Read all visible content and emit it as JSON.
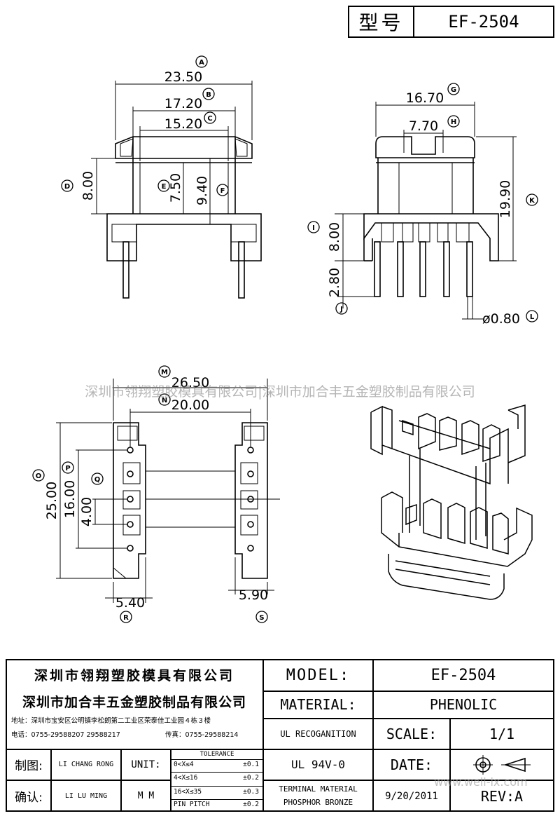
{
  "header": {
    "model_label": "型号",
    "model_value": "EF-2504"
  },
  "top_view": {
    "dim_a": "23.50",
    "dim_b": "17.20",
    "dim_c": "15.20",
    "dim_d": "8.00",
    "dim_e": "7.50",
    "dim_f": "9.40",
    "tag_a": "A",
    "tag_b": "B",
    "tag_c": "C",
    "tag_d": "D",
    "tag_e": "E",
    "tag_f": "F"
  },
  "side_view": {
    "dim_g": "16.70",
    "dim_h": "7.70",
    "dim_i": "8.00",
    "dim_j": "2.80",
    "dim_k": "19.90",
    "dim_l": "ø0.80",
    "tag_g": "G",
    "tag_h": "H",
    "tag_i": "I",
    "tag_j": "J",
    "tag_k": "K",
    "tag_l": "L"
  },
  "bottom_view": {
    "dim_m": "26.50",
    "dim_n": "20.00",
    "dim_o": "25.00",
    "dim_p": "16.00",
    "dim_q": "4.00",
    "dim_r": "5.40",
    "dim_s": "5.90",
    "tag_m": "M",
    "tag_n": "N",
    "tag_o": "O",
    "tag_p": "P",
    "tag_q": "Q",
    "tag_r": "R",
    "tag_s": "S"
  },
  "watermark": {
    "banner": "深圳市翎翔塑胶模具有限公司|深圳市加合丰五金塑胶制品有限公司",
    "site": "www.well-ix.com"
  },
  "title_block": {
    "company_1": "深圳市翎翔塑胶模具有限公司",
    "company_2": "深圳市加合丰五金塑胶制品有限公司",
    "address": "地址：深圳市宝安区公明镇李松朗第二工业区荣泰佳工业园４栋３楼",
    "phone": "电话：0755-29588207  29588217",
    "fax": "传真：0755-29588214",
    "model_label": "MODEL:",
    "model_value": "EF-2504",
    "material_label": "MATERIAL:",
    "material_value": "PHENOLIC",
    "ul_label": "UL RECOGANITION",
    "scale_label": "SCALE:",
    "scale_value": "1/1",
    "ul_value": "UL 94V-0",
    "date_label": "DATE:",
    "terminal_line1": "TERMINAL MATERIAL",
    "terminal_line2": "PHOSPHOR  BRONZE",
    "date_value": "9/20/2011",
    "rev_label": "REV:A",
    "drawn_label": "制图:",
    "drawn_value": "LI CHANG RONG",
    "check_label": "确认:",
    "check_value": "LI LU MING",
    "unit_label": "UNIT:",
    "unit_value": "M M",
    "tolerance_title": "TOLERANCE",
    "tol_rows": [
      {
        "range": "0<X≤4",
        "value": "±0.1"
      },
      {
        "range": "4<X≤16",
        "value": "±0.2"
      },
      {
        "range": "16<X≤35",
        "value": "±0.3"
      },
      {
        "range": "PIN PITCH",
        "value": "±0.2"
      }
    ]
  }
}
